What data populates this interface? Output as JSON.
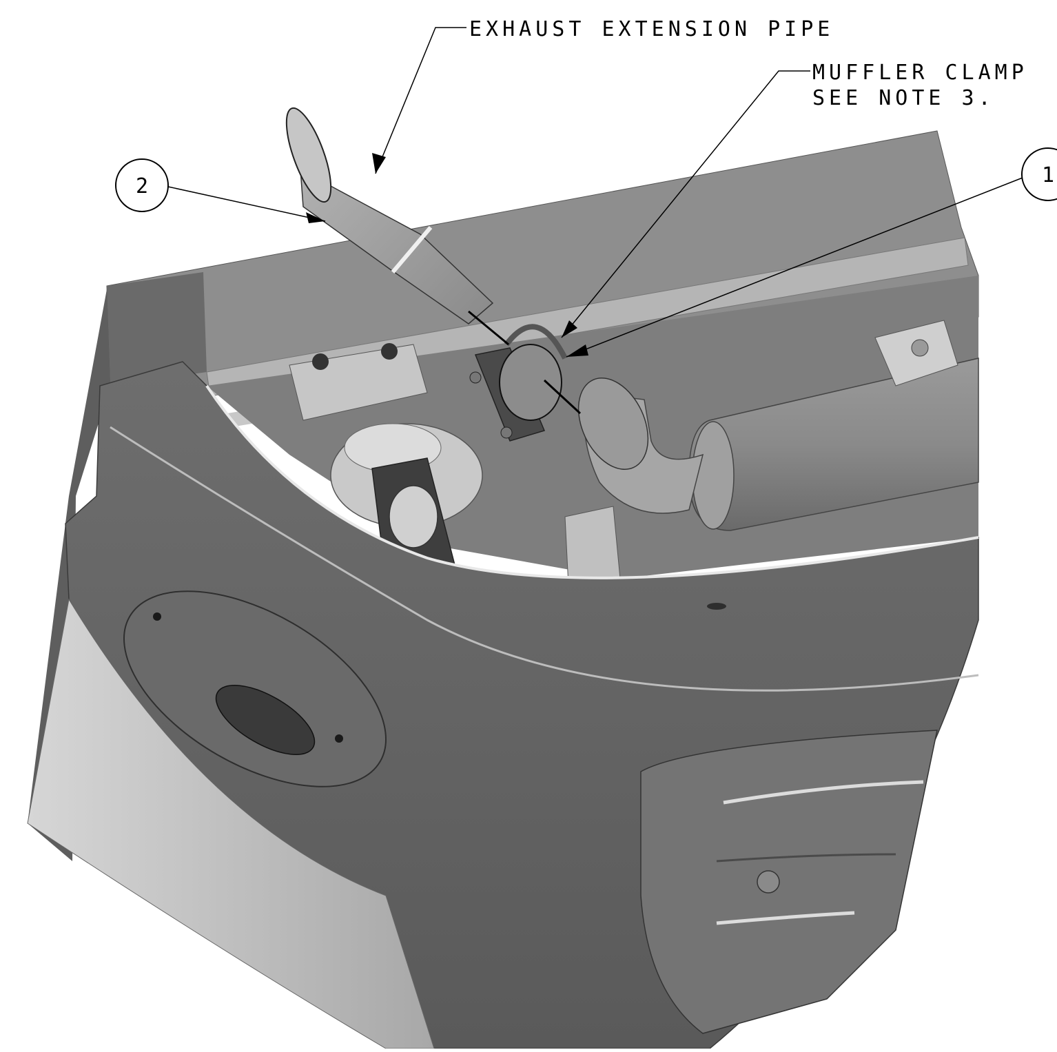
{
  "labels": {
    "exhaust_extension_pipe": "EXHAUST EXTENSION PIPE",
    "muffler_clamp_line1": "MUFFLER CLAMP",
    "muffler_clamp_line2": "SEE NOTE 3."
  },
  "balloons": {
    "item_1": "1",
    "item_2": "2"
  },
  "colors": {
    "body_dark": "#5c5c5c",
    "body_mid": "#7a7a7a",
    "body_light": "#9c9c9c",
    "highlight": "#e6e6e6",
    "panel_light": "#bdbdbd",
    "line": "#000000"
  }
}
